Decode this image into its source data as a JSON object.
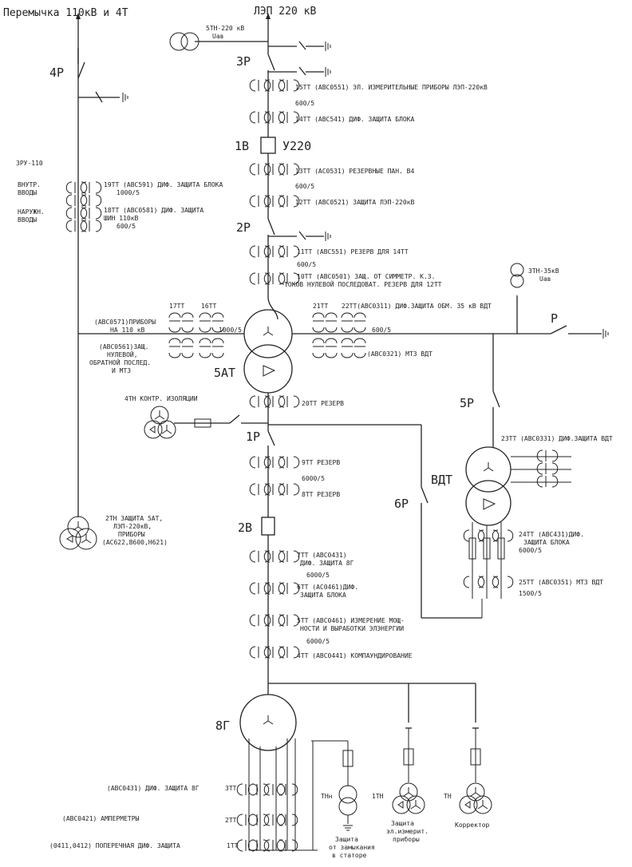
{
  "labels": {
    "top_left": "Перемычка 110кВ и 4Т",
    "top_line": "ЛЭП 220 кВ",
    "tn5": "5ТН-220 кВ",
    "tn5_u": "Uав",
    "r3": "3Р",
    "r4": "4Р",
    "tt15": "15ТТ (АВС0551) ЭЛ. ИЗМЕРИТЕЛЬНЫЕ ПРИБОРЫ ЛЭП-220кВ",
    "tt15_ratio": "600/5",
    "tt14": "14ТТ (АВС541) ДИФ. ЗАЩИТА БЛОКА",
    "b1": "1В",
    "u220": "У220",
    "tt13": "13ТТ (АС0531) РЕЗЕРВНЫЕ ПАН. В4",
    "tt13_ratio": "600/5",
    "tt12": "12ТТ (АВС0521) ЗАЩИТА ЛЭП-220кВ",
    "zru": "ЗРУ-110",
    "vnutr": "ВНУТР.",
    "vvody1": "ВВОДЫ",
    "narugh": "НАРУЖН.",
    "vvody2": "ВВОДЫ",
    "tt19": "19ТТ (АВС591) ДИФ. ЗАЩИТА БЛОКА",
    "tt19_ratio": "1000/5",
    "tt18a": "18ТТ (АВС0581) ДИФ. ЗАЩИТА",
    "tt18b": "ШИН 110кВ",
    "tt18_ratio": "600/5",
    "r2": "2Р",
    "tt11": "11ТТ (АВС551) РЕЗЕРВ ДЛЯ 14ТТ",
    "tt11_ratio": "600/5",
    "tt10a": "10ТТ (АВС0501) ЗАЩ. ОТ СИММЕТР. К.З.",
    "tt10b": "ТОКОВ НУЛЕВОЙ ПОСЛЕДОВАТ. РЕЗЕРВ ДЛЯ 12ТТ",
    "tn3": "3ТН-35кВ",
    "tn3_u": "Uав",
    "tt17": "17ТТ",
    "tt16": "16ТТ",
    "abc0571a": "(АВС0571)ПРИБОРЫ",
    "abc0571b": "НА 110 кВ",
    "ratio_1000": "1000/5",
    "abc0561a": "(АВС0561)ЗАЩ.",
    "abc0561b": "НУЛЕВОЙ,",
    "abc0561c": "ОБРАТНОЙ ПОСЛЕД.",
    "abc0561d": "И МТЗ",
    "at5": "5АТ",
    "tt21": "21ТТ",
    "tt22": "22ТТ(АВС0311) ДИФ.ЗАЩИТА ОБМ. 35 кВ ВДТ",
    "ratio_600": "600/5",
    "r_label": "Р",
    "abc0321": "(АВС0321) МТЗ ВДТ",
    "tn4": "4ТН КОНТР. ИЗОЛЯЦИИ",
    "tt20": "20ТТ РЕЗЕРВ",
    "r5": "5Р",
    "r1": "1Р",
    "tt23": "23ТТ (АВС0331) ДИФ.ЗАЩИТА ВДТ",
    "tt9": "9ТТ РЕЗЕРВ",
    "ratio_6000a": "6000/5",
    "tt8": "8ТТ РЕЗЕРВ",
    "vdt": "ВДТ",
    "r6": "6Р",
    "tn2a": "2ТН ЗАЩИТА 5АТ,",
    "tn2b": "ЛЭП-220кВ,",
    "tn2c": "ПРИБОРЫ",
    "tn2d": "(АС622,В600,Н621)",
    "b2": "2В",
    "tt24a": "24ТТ (АВС431)ДИФ.",
    "tt24b": "ЗАЩИТА БЛОКА",
    "tt24_ratio": "6000/5",
    "tt7a": "7ТТ (АВС0431)",
    "tt7b": "ДИФ. ЗАЩИТА 8Г",
    "ratio_6000b": "6000/5",
    "tt25": "25ТТ (АВС0351) МТЗ ВДТ",
    "tt25_ratio": "1500/5",
    "tt6a": "6ТТ (АС0461)ДИФ.",
    "tt6b": "ЗАЩИТА БЛОКА",
    "tt5a": "5ТТ (АВС0461) ИЗМЕРЕНИЕ МОЩ-",
    "tt5b": "НОСТИ И ВЫРАБОТКИ ЭЛЭНЕРГИИ",
    "ratio_6000c": "6000/5",
    "tt4": "4ТТ (АВС0441) КОМПАУНДИРОВАНИЕ",
    "g8": "8Г",
    "abc0431": "(АВС0431) ДИФ. ЗАЩИТА 8Г",
    "tt3": "3ТТ",
    "abc0421": "(АВС0421) АМПЕРМЕТРЫ",
    "tt2": "2ТТ",
    "abc0411": "(0411,0412) ПОПЕРЕЧНАЯ ДИФ. ЗАЩИТА",
    "tt1": "1ТТ",
    "tnn": "ТНн",
    "tn1": "1ТН",
    "tn": "ТН",
    "prot_a": "Защита",
    "prot_b": "от замыкания",
    "prot_c": "в статоре",
    "meas_a": "Защита",
    "meas_b": "эл.измерит.",
    "meas_c": "приборы",
    "korrektor": "Корректор"
  }
}
